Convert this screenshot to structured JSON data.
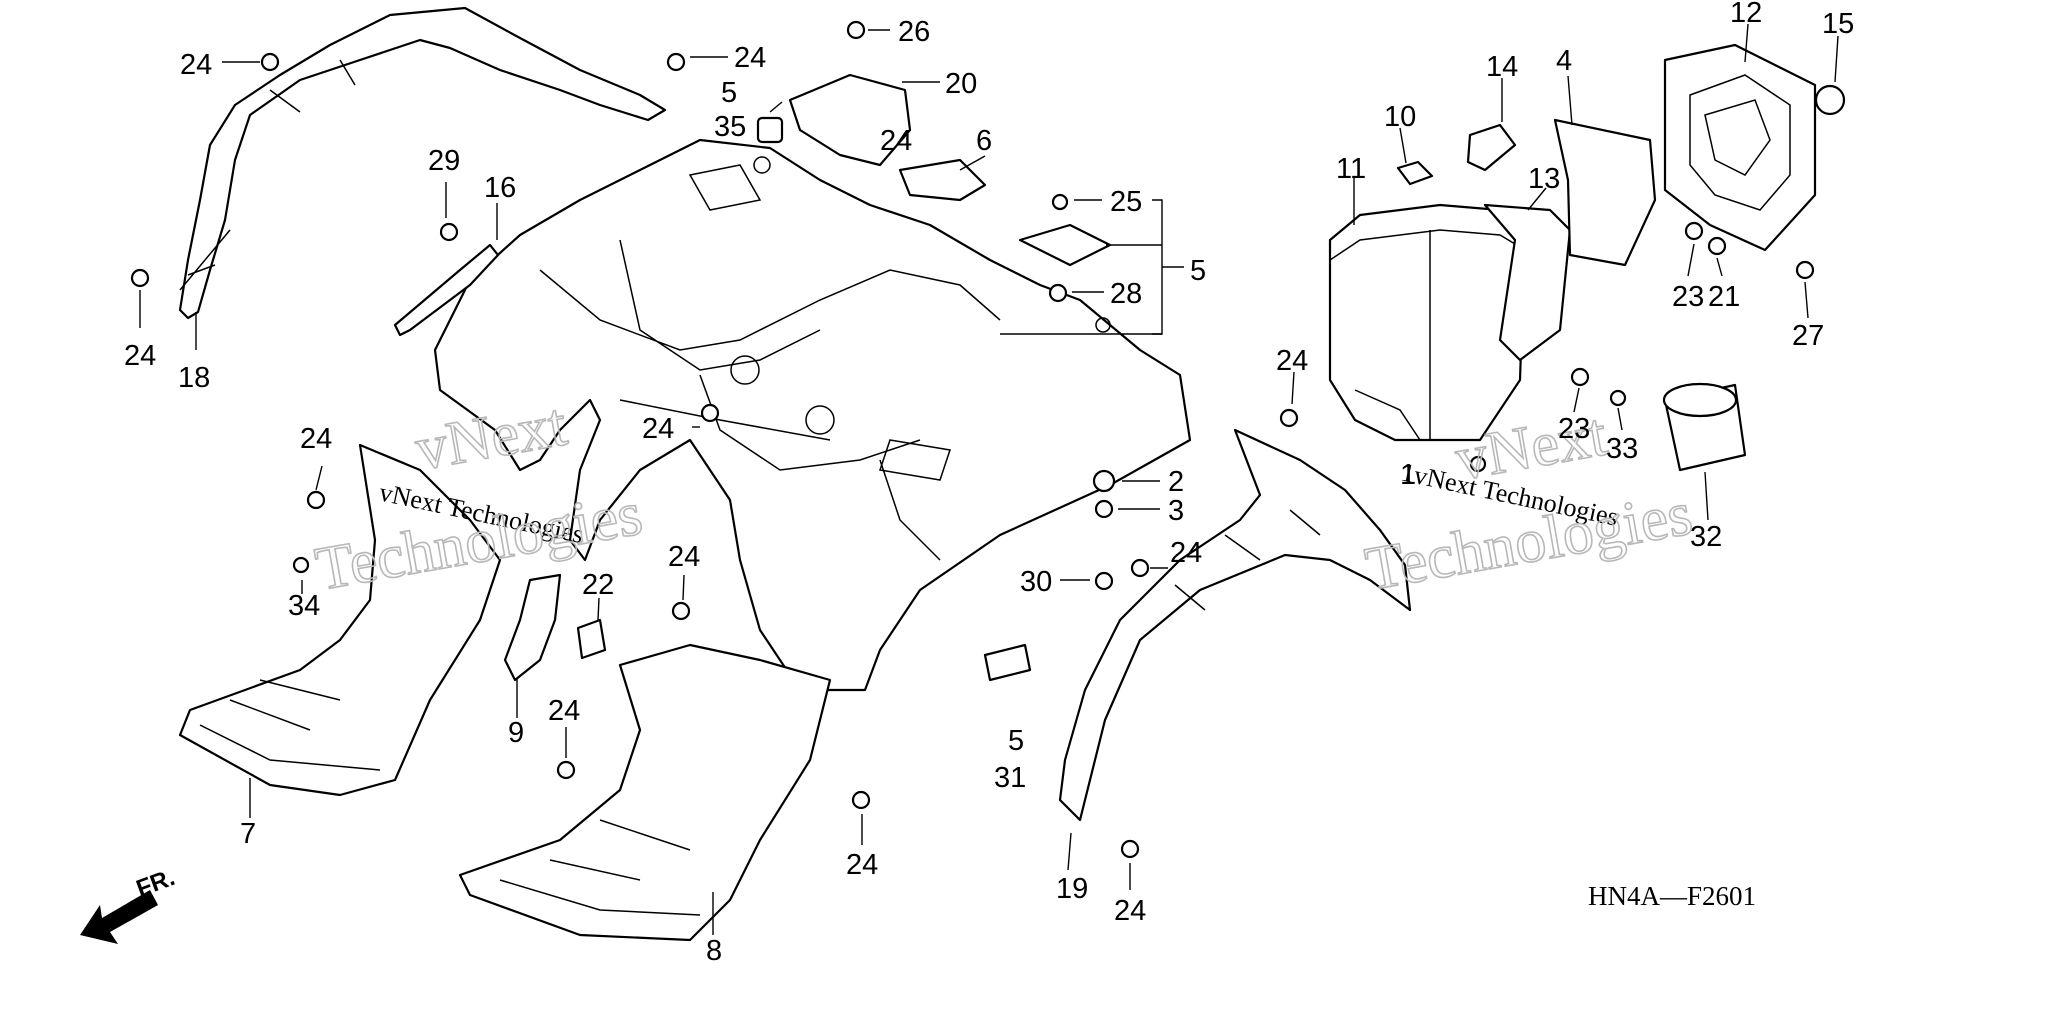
{
  "diagram_code": "HN4A—F2601",
  "front_label": "FR.",
  "watermarks": [
    {
      "text": "vNext Technologies"
    },
    {
      "text": "1vNext Technologies"
    },
    {
      "text": "vNext"
    },
    {
      "text": "Technologies"
    }
  ],
  "callouts": [
    "24",
    "24",
    "24",
    "26",
    "20",
    "5",
    "35",
    "6",
    "29",
    "16",
    "25",
    "5",
    "28",
    "24",
    "18",
    "12",
    "15",
    "14",
    "10",
    "4",
    "11",
    "13",
    "23",
    "21",
    "27",
    "24",
    "23",
    "33",
    "1",
    "32",
    "2",
    "3",
    "24",
    "30",
    "24",
    "24",
    "34",
    "22",
    "9",
    "24",
    "7",
    "24",
    "8",
    "24",
    "5",
    "31",
    "19",
    "24"
  ]
}
